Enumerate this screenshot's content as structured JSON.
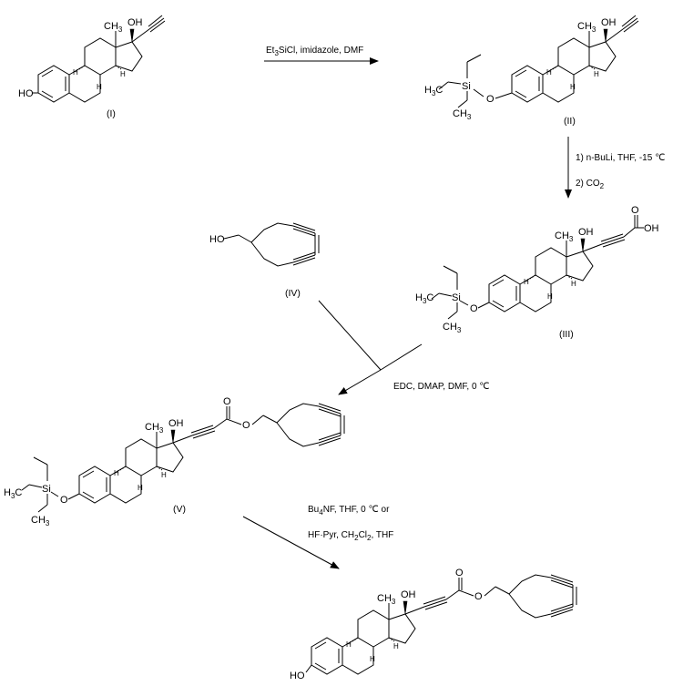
{
  "colors": {
    "ink": "#000000",
    "background": "#ffffff"
  },
  "compounds": {
    "c1": {
      "id": "(I)"
    },
    "c2": {
      "id": "(II)"
    },
    "c3": {
      "id": "(III)"
    },
    "c4": {
      "id": "(IV)"
    },
    "c5": {
      "id": "(V)"
    }
  },
  "atoms": {
    "oh": "OH",
    "ho": "HO",
    "o": "O",
    "si": "Si",
    "h": "H",
    "ch3": "CH",
    "ch3_sub": "3",
    "h3c": "H",
    "h3c_sub": "3",
    "h3c_c": "C",
    "h3c_full": "H3C",
    "ch3_full": "CH3",
    "bold_ch3": "CH",
    "bold_ch3_sub": "3",
    "cooh_o": "O",
    "cooh_oh": "OH"
  },
  "conditions": {
    "step1": {
      "main": "Et",
      "sub": "3",
      "rest": "SiCl, imidazole, DMF"
    },
    "step2_a": "1) n-BuLi, THF, -15 ℃",
    "step2_b_main": "2) CO",
    "step2_b_sub": "2",
    "step3": "EDC, DMAP, DMF, 0 ℃",
    "step4_a_main": "Bu",
    "step4_a_sub": "4",
    "step4_a_rest": "NF, THF, 0 ℃   or",
    "step4_b_main": "HF·Pyr, CH",
    "step4_b_sub1": "2",
    "step4_b_mid": "Cl",
    "step4_b_sub2": "2",
    "step4_b_rest": ", THF"
  }
}
